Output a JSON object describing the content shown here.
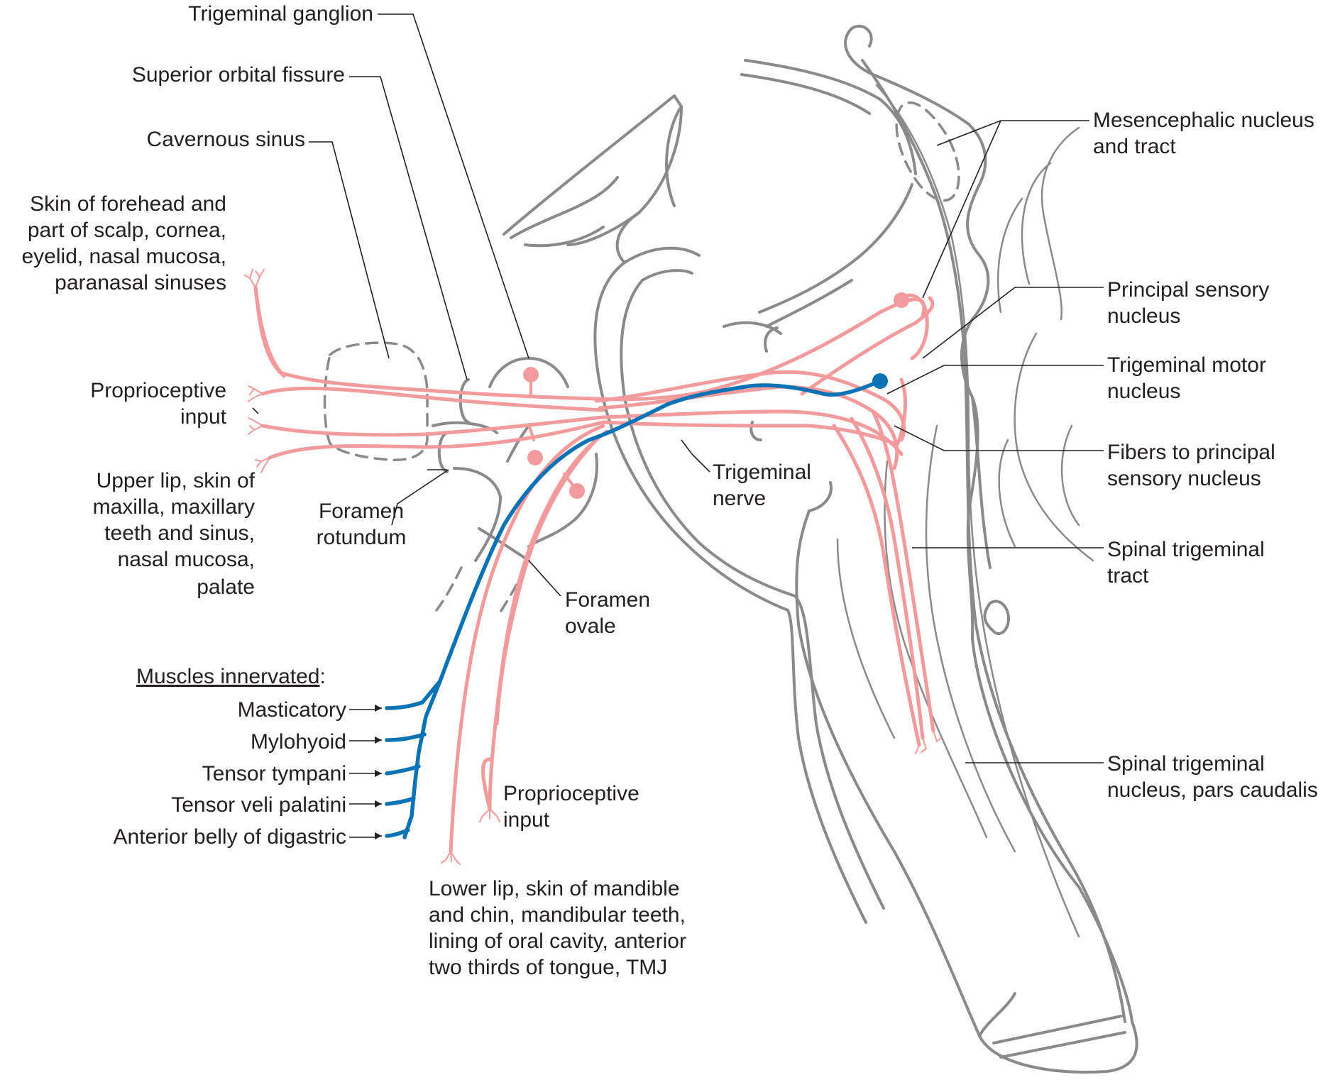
{
  "colors": {
    "sensory_fiber": "#f29a9c",
    "motor_fiber": "#0b72b5",
    "anatomy_outline": "#8a8a8c",
    "label_text": "#231f20"
  },
  "labels": {
    "trigeminal_ganglion": "Trigeminal ganglion",
    "superior_orbital_fissure": "Superior orbital fissure",
    "cavernous_sinus": "Cavernous sinus",
    "ophthalmic_area": [
      "Skin of forehead and",
      "part of scalp, cornea,",
      "eyelid, nasal mucosa,",
      "paranasal sinuses"
    ],
    "proprioceptive_left": [
      "Proprioceptive",
      "input"
    ],
    "maxillary_area": [
      "Upper lip, skin of",
      "maxilla, maxillary",
      "teeth and sinus,",
      "nasal mucosa,",
      "palate"
    ],
    "foramen_rotundum": [
      "Foramen",
      "rotundum"
    ],
    "foramen_ovale": [
      "Foramen",
      "ovale"
    ],
    "trigeminal_nerve": [
      "Trigeminal",
      "nerve"
    ],
    "muscles_heading": "Muscles innervated",
    "muscles_colon": ":",
    "muscles": [
      "Masticatory",
      "Mylohyoid",
      "Tensor tympani",
      "Tensor veli palatini",
      "Anterior belly of digastric"
    ],
    "proprioceptive_bottom": [
      "Proprioceptive",
      "input"
    ],
    "mandibular_area": [
      "Lower lip, skin of mandible",
      "and chin, mandibular teeth,",
      "lining of oral cavity, anterior",
      "two thirds of tongue, TMJ"
    ],
    "mesencephalic": [
      "Mesencephalic nucleus",
      "and tract"
    ],
    "principal_sensory": [
      "Principal sensory",
      "nucleus"
    ],
    "trigeminal_motor": [
      "Trigeminal motor",
      "nucleus"
    ],
    "fibers_principal": [
      "Fibers to principal",
      "sensory nucleus"
    ],
    "spinal_tract": [
      "Spinal trigeminal",
      "tract"
    ],
    "spinal_nucleus": [
      "Spinal trigeminal",
      "nucleus, pars caudalis"
    ]
  }
}
